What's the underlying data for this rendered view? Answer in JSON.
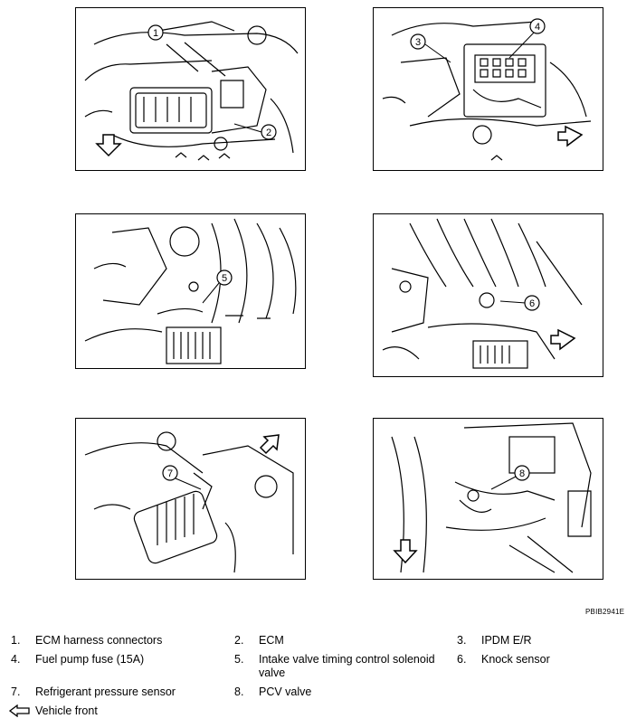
{
  "figure_code": "PBIB2941E",
  "panels": [
    {
      "id": "p1",
      "callouts": [
        "1",
        "2"
      ],
      "arrow": "down"
    },
    {
      "id": "p2",
      "callouts": [
        "3",
        "4"
      ],
      "arrow": "right"
    },
    {
      "id": "p3",
      "callouts": [
        "5"
      ],
      "arrow": "none"
    },
    {
      "id": "p4",
      "callouts": [
        "6"
      ],
      "arrow": "right"
    },
    {
      "id": "p5",
      "callouts": [
        "7"
      ],
      "arrow": "up-right"
    },
    {
      "id": "p6",
      "callouts": [
        "8"
      ],
      "arrow": "down"
    }
  ],
  "legend": [
    {
      "num": "1.",
      "text": "ECM harness connectors"
    },
    {
      "num": "2.",
      "text": "ECM"
    },
    {
      "num": "3.",
      "text": "IPDM E/R"
    },
    {
      "num": "4.",
      "text": "Fuel pump fuse (15A)"
    },
    {
      "num": "5.",
      "text": "Intake valve timing control solenoid valve"
    },
    {
      "num": "6.",
      "text": "Knock sensor"
    },
    {
      "num": "7.",
      "text": "Refrigerant pressure sensor"
    },
    {
      "num": "8.",
      "text": "PCV valve"
    }
  ],
  "vehicle_front": {
    "icon": "hollow-arrow-left-icon",
    "text": "Vehicle front"
  }
}
